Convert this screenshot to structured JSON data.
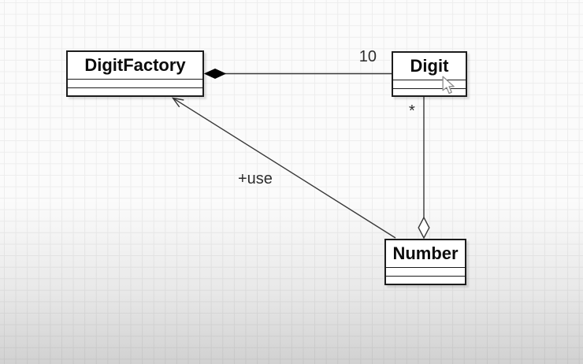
{
  "canvas": {
    "kind": "uml-class-diagram"
  },
  "classes": [
    {
      "id": "digitfactory",
      "name": "DigitFactory"
    },
    {
      "id": "digit",
      "name": "Digit"
    },
    {
      "id": "number",
      "name": "Number"
    }
  ],
  "edges": [
    {
      "id": "composition",
      "type": "composition",
      "from": "DigitFactory",
      "to": "Digit",
      "label": "10"
    },
    {
      "id": "aggregation",
      "type": "aggregation",
      "from": "Number",
      "to": "Digit",
      "label": "*"
    },
    {
      "id": "use",
      "type": "directed-association",
      "from": "Number",
      "to": "DigitFactory",
      "label": "+use"
    }
  ],
  "colors": {
    "box_border": "#1c1c1c",
    "box_fill": "#ffffff",
    "edge_stroke": "#383838",
    "composition_diamond_fill": "#000000",
    "aggregation_diamond_fill": "#ffffff",
    "grid_line": "#ededed",
    "background_top": "#ffffff",
    "background_bottom": "#d4d4d4"
  }
}
